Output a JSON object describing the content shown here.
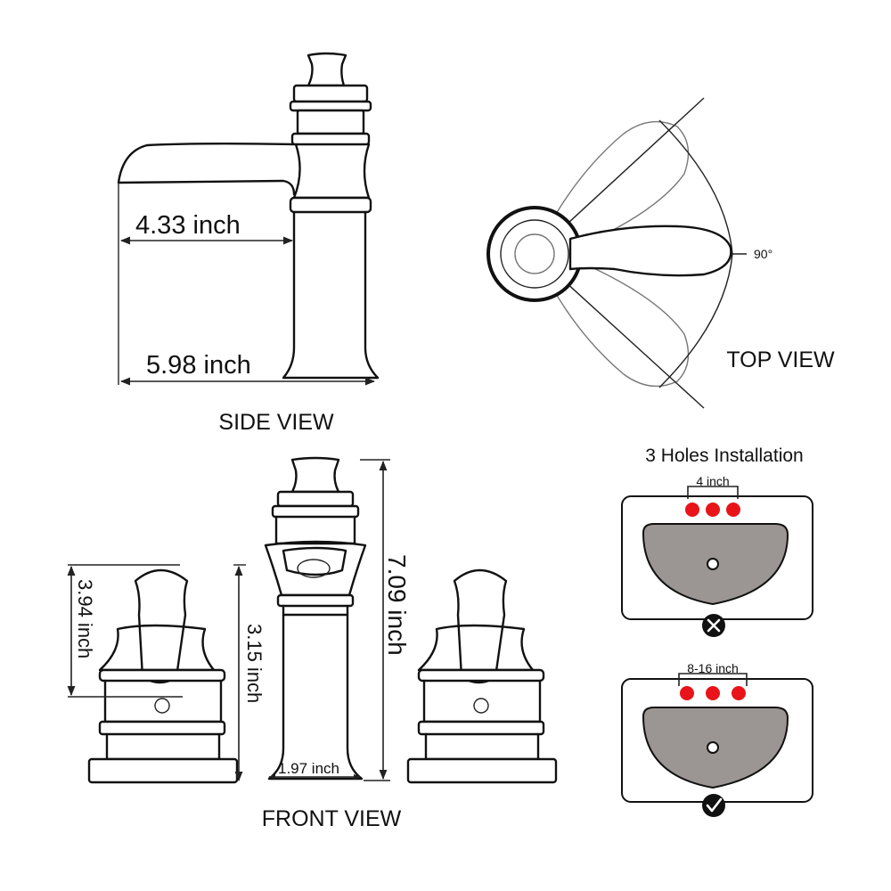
{
  "side_view": {
    "label": "SIDE VIEW",
    "dim_spout": "4.33 inch",
    "dim_base": "5.98 inch"
  },
  "top_view": {
    "label": "TOP VIEW",
    "angle": "90°"
  },
  "front_view": {
    "label": "FRONT VIEW",
    "dim_handle_height": "3.94 inch",
    "dim_handle_body": "3.15 inch",
    "dim_total_height": "7.09 inch",
    "dim_base_width": "1.97 inch"
  },
  "installation": {
    "title": "3 Holes Installation",
    "wrong": {
      "spacing": "4 inch",
      "status": "not-suitable"
    },
    "right": {
      "spacing": "8-16 inch",
      "status": "suitable"
    },
    "hole_color": "#e8141a",
    "basin_color": "#9b9593"
  }
}
